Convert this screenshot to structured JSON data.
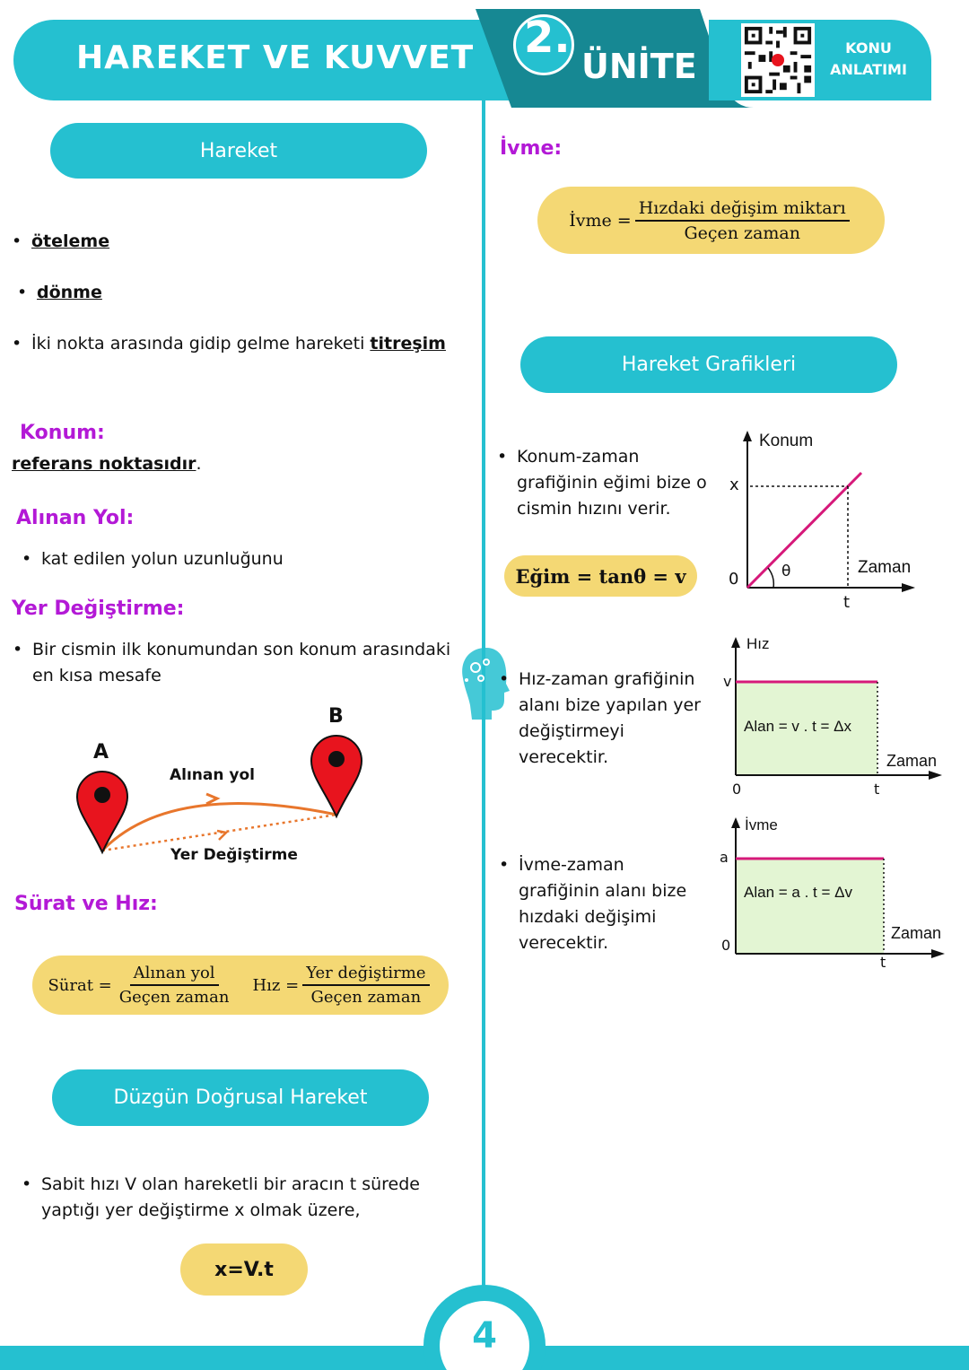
{
  "header": {
    "title": "HAREKET VE KUVVET",
    "unit_number": "2.",
    "unit_label": "ÜNİTE",
    "badge_line1": "KONU",
    "badge_line2": "ANLATIMI"
  },
  "left": {
    "section_hareket": "Hareket",
    "bullets": {
      "oteleme": "öteleme",
      "donme": "dönme",
      "titresim_prefix": "İki nokta arasında gidip gelme hareketi ",
      "titresim": "titreşim"
    },
    "konum_heading": "Konum:",
    "konum_text": "referans noktasıdır",
    "konum_dot": ".",
    "alinan_yol_heading": "Alınan Yol:",
    "alinan_yol_text": "kat edilen yolun uzunluğunu",
    "yer_degistirme_heading": "Yer Değiştirme:",
    "yer_degistirme_text": "Bir cismin ilk konumundan son konum arasındaki en kısa mesafe",
    "diagram": {
      "point_a": "A",
      "point_b": "B",
      "path_label": "Alınan yol",
      "displacement_label": "Yer Değiştirme"
    },
    "surat_heading": "Sürat ve Hız:",
    "surat_formula": {
      "surat": "Sürat =",
      "surat_num": "Alınan yol",
      "surat_den": "Geçen zaman",
      "hiz": "Hız =",
      "hiz_num": "Yer değiştirme",
      "hiz_den": "Geçen zaman"
    },
    "section_dogrusal": "Düzgün Doğrusal Hareket",
    "dogrusal_text": "Sabit hızı V olan hareketli bir aracın t sürede yaptığı yer değiştirme x olmak üzere,",
    "dogrusal_formula": "x=V.t"
  },
  "right": {
    "ivme_heading": "İvme:",
    "ivme_formula": {
      "lhs": "İvme =",
      "num": "Hızdaki değişim miktarı",
      "den": "Geçen zaman"
    },
    "section_grafikler": "Hareket Grafikleri",
    "konum_zaman_text": "Konum-zaman grafiğinin eğimi bize o cismin hızını verir.",
    "egim_formula": "Eğim = tanθ = v",
    "graph1": {
      "y_label": "Konum",
      "x_label": "Zaman",
      "x_tick": "t",
      "y_tick": "x",
      "origin": "0",
      "angle": "θ"
    },
    "hiz_zaman_text": "Hız-zaman grafiğinin alanı bize yapılan yer değiştirmeyi verecektir.",
    "graph2": {
      "y_label": "Hız",
      "x_label": "Zaman",
      "x_tick": "t",
      "y_tick": "v",
      "origin": "0",
      "area": "Alan = v . t = Δx"
    },
    "ivme_zaman_text": "İvme-zaman grafiğinin alanı bize hızdaki değişimi verecektir.",
    "graph3": {
      "y_label": "İvme",
      "x_label": "Zaman",
      "x_tick": "t",
      "y_tick": "a",
      "origin": "0",
      "area": "Alan = a . t = Δv"
    }
  },
  "footer": {
    "page_number": "4"
  },
  "colors": {
    "teal": "#25c0d0",
    "dark_teal": "#168893",
    "yellow": "#f4d874",
    "purple": "#b319d6",
    "magenta": "#d6197a",
    "orange": "#e8762c",
    "red": "#e8141e",
    "area_green": "#e3f5d3"
  }
}
